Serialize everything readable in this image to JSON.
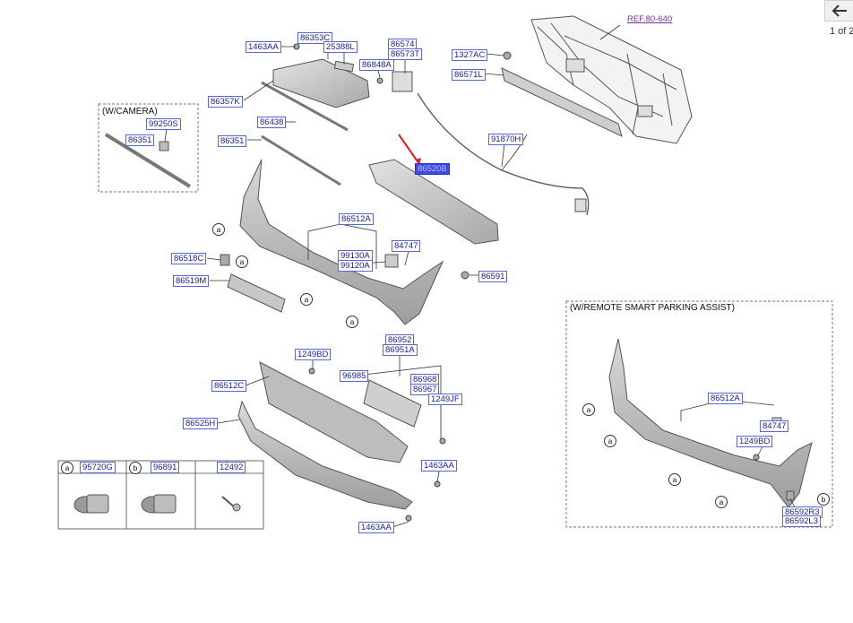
{
  "nav": {
    "page_indicator": "1 of 2"
  },
  "diagram": {
    "ref_label": "REF.80-640",
    "camera_box_title": "(W/CAMERA)",
    "rspa_box_title": "(W/REMOTE SMART PARKING ASSIST)",
    "selected_part": "86520B",
    "callout_letter": "a",
    "labels": [
      {
        "id": "l1",
        "text": "1463AA"
      },
      {
        "id": "l2",
        "text": "86353C"
      },
      {
        "id": "l3",
        "text": "25388L"
      },
      {
        "id": "l4",
        "text": "86574"
      },
      {
        "id": "l5",
        "text": "86573T"
      },
      {
        "id": "l6",
        "text": "86848A"
      },
      {
        "id": "l7",
        "text": "1327AC"
      },
      {
        "id": "l8",
        "text": "86571L"
      },
      {
        "id": "l9",
        "text": "86357K"
      },
      {
        "id": "l10",
        "text": "86438"
      },
      {
        "id": "l11",
        "text": "86351"
      },
      {
        "id": "l12",
        "text": "99250S"
      },
      {
        "id": "l13",
        "text": "86351"
      },
      {
        "id": "l14",
        "text": "91870H"
      },
      {
        "id": "l15",
        "text": "86520B"
      },
      {
        "id": "l16",
        "text": "86512A"
      },
      {
        "id": "l17",
        "text": "84747"
      },
      {
        "id": "l18",
        "text": "99130A"
      },
      {
        "id": "l19",
        "text": "99120A"
      },
      {
        "id": "l20",
        "text": "86518C"
      },
      {
        "id": "l21",
        "text": "86519M"
      },
      {
        "id": "l22",
        "text": "86591"
      },
      {
        "id": "l23",
        "text": "86952"
      },
      {
        "id": "l24",
        "text": "86951A"
      },
      {
        "id": "l25",
        "text": "1249BD"
      },
      {
        "id": "l26",
        "text": "96985"
      },
      {
        "id": "l27",
        "text": "86968"
      },
      {
        "id": "l28",
        "text": "86967"
      },
      {
        "id": "l29",
        "text": "1249JF"
      },
      {
        "id": "l30",
        "text": "86512C"
      },
      {
        "id": "l31",
        "text": "86525H"
      },
      {
        "id": "l32",
        "text": "1463AA"
      },
      {
        "id": "l33",
        "text": "1463AA"
      },
      {
        "id": "l34",
        "text": "86512A"
      },
      {
        "id": "l35",
        "text": "84747"
      },
      {
        "id": "l36",
        "text": "1249BD"
      },
      {
        "id": "l37",
        "text": "86592R3"
      },
      {
        "id": "l38",
        "text": "86592L3"
      }
    ],
    "legend_table": [
      {
        "letter": "a",
        "part": "95720G"
      },
      {
        "letter": "b",
        "part": "96891"
      },
      {
        "letter": "",
        "part": "12492"
      }
    ]
  }
}
